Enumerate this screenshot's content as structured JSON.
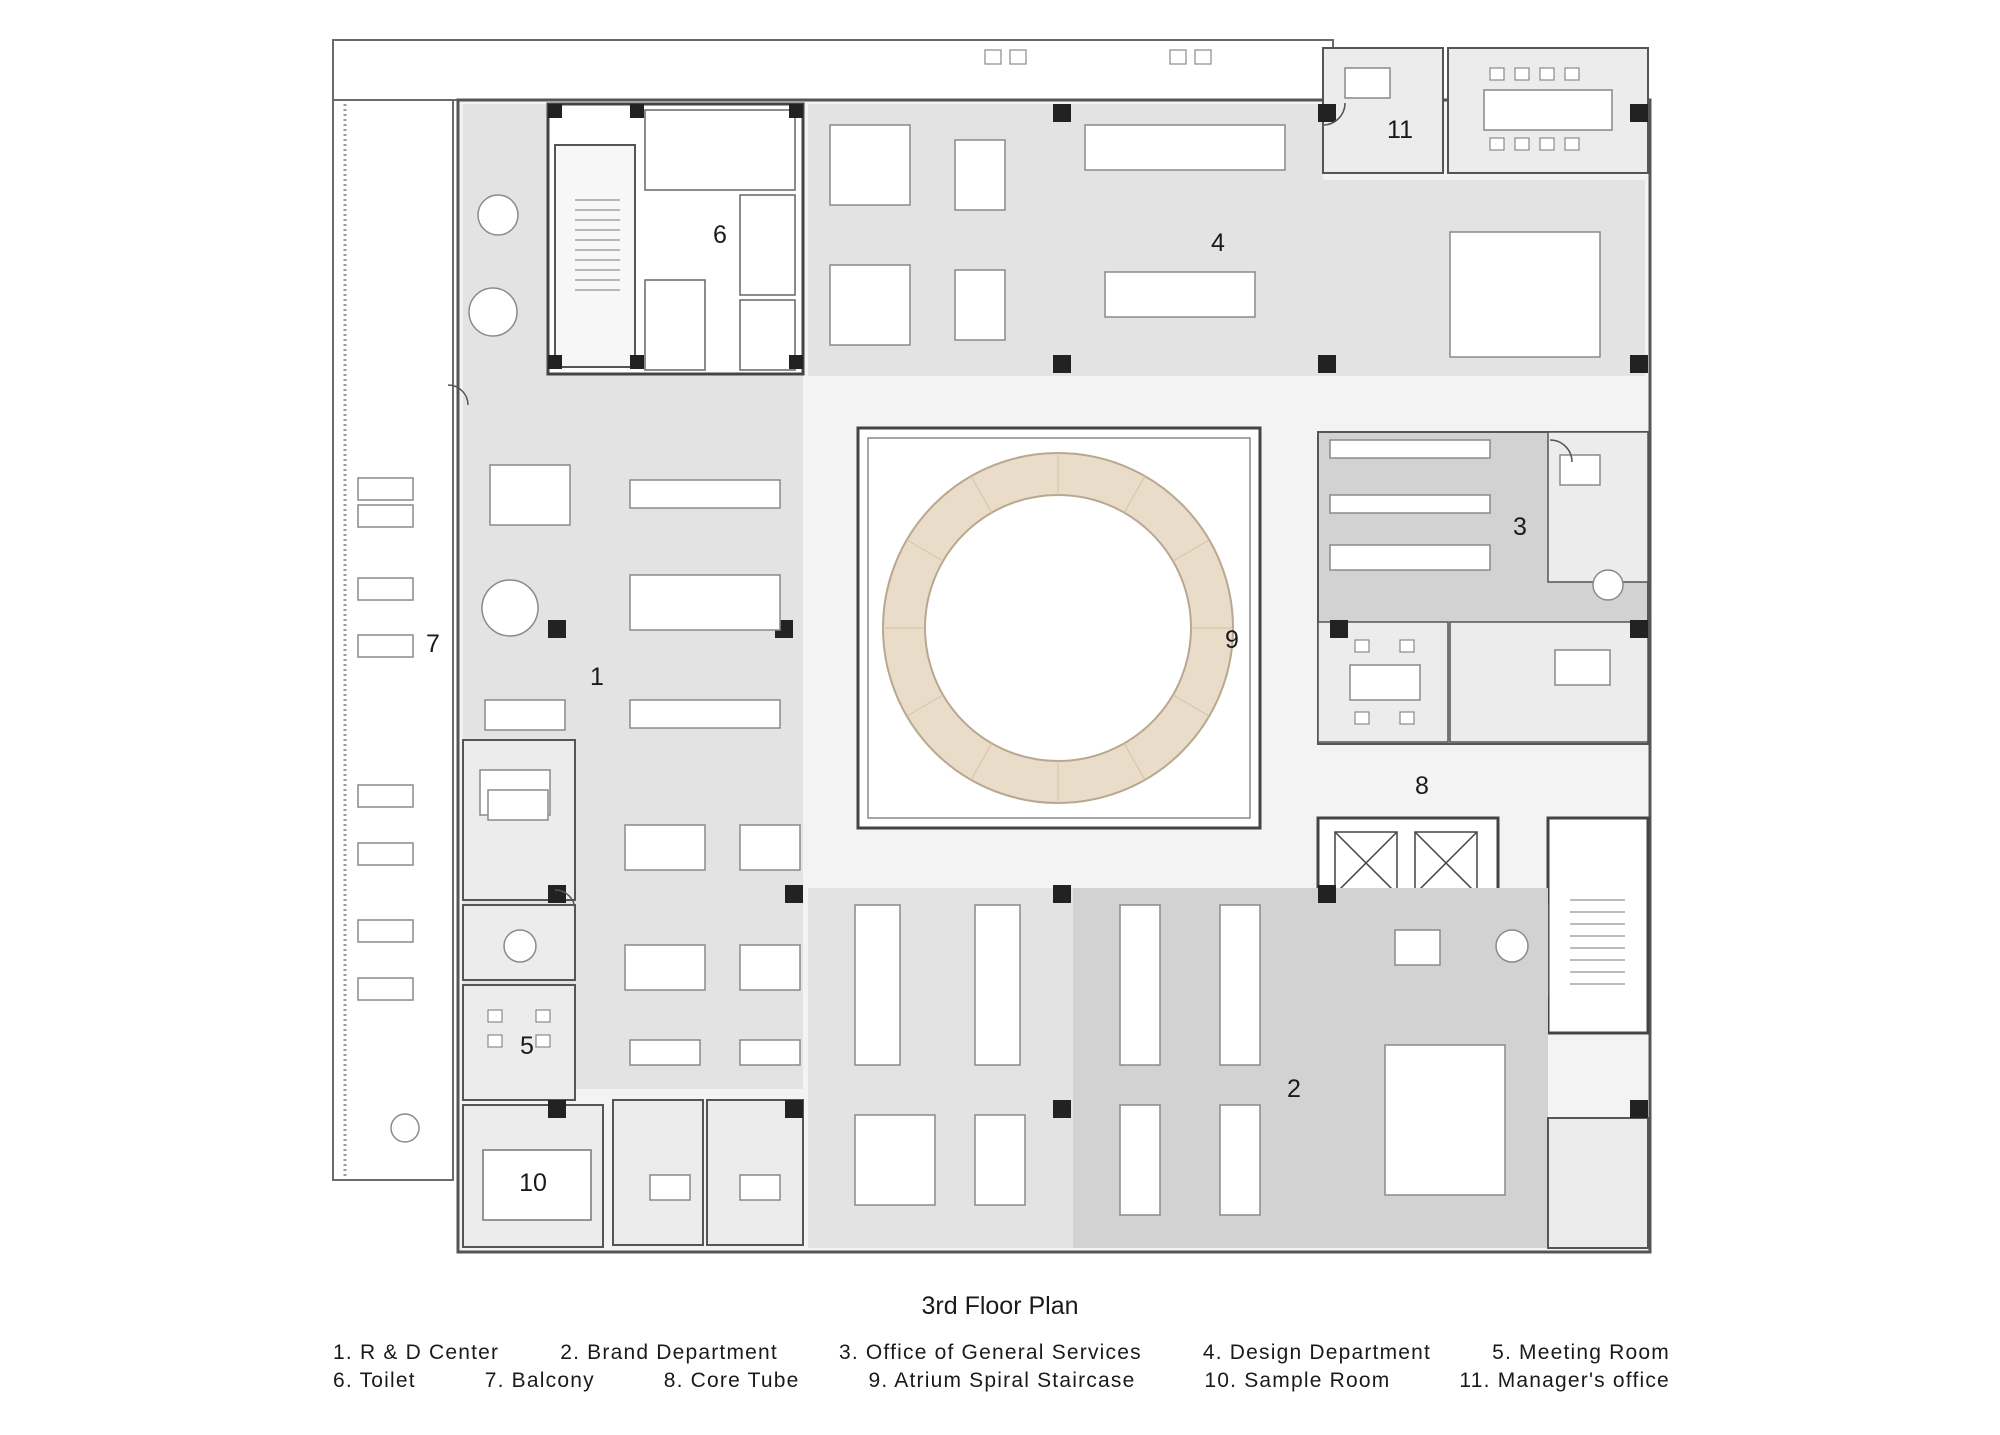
{
  "title": "3rd Floor Plan",
  "zones": [
    {
      "number": "1"
    },
    {
      "number": "2"
    },
    {
      "number": "3"
    },
    {
      "number": "4"
    },
    {
      "number": "5"
    },
    {
      "number": "6"
    },
    {
      "number": "7"
    },
    {
      "number": "8"
    },
    {
      "number": "9"
    },
    {
      "number": "10"
    },
    {
      "number": "11"
    }
  ],
  "legend": [
    [
      "1. R & D Center",
      "2. Brand Department",
      "3. Office of General Services",
      "4. Design Department",
      "5. Meeting Room"
    ],
    [
      "6. Toilet",
      "7. Balcony",
      "8. Core Tube",
      "9. Atrium Spiral Staircase",
      "10. Sample Room",
      "11. Manager's office"
    ]
  ],
  "colors": {
    "wall": "#555555",
    "office_zone": "#e3e3e3",
    "dark_zone": "#d2d2d2",
    "corridor": "#f3f3f3",
    "staircase_wood": "#e9dcc9",
    "furniture": "#ffffff",
    "furniture_line": "#8a8a8a"
  },
  "icons": [
    "desk-icon",
    "chair-icon",
    "column-icon",
    "elevator-icon",
    "stair-icon",
    "sofa-icon",
    "round-table-icon",
    "door-icon"
  ]
}
